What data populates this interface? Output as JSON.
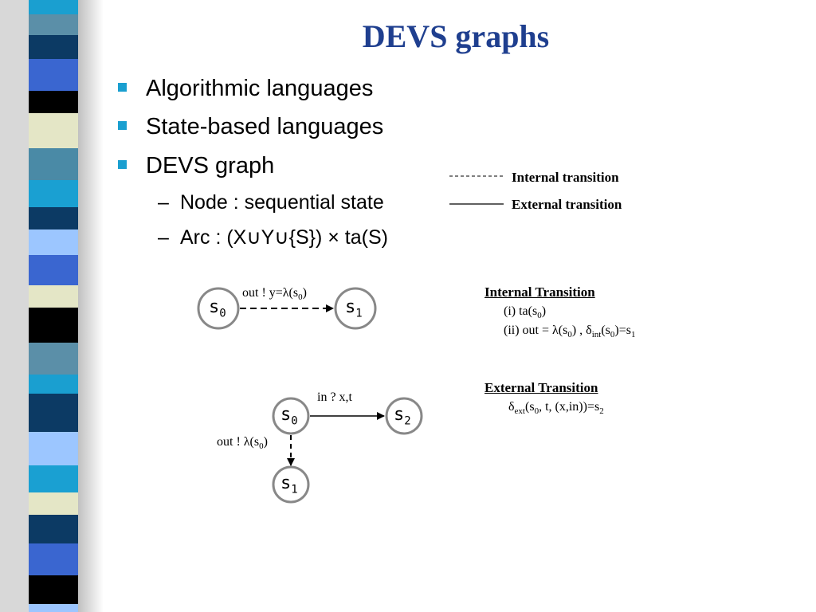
{
  "title": "DEVS graphs",
  "bullets": [
    "Algorithmic languages",
    "State-based languages",
    "DEVS graph"
  ],
  "sub_bullets": [
    "Node : sequential state",
    "Arc : (X∪Y∪{S}) × ta(S)"
  ],
  "legend": {
    "internal": "Internal transition",
    "external": "External transition"
  },
  "diagram1": {
    "label_prefix": "out ! y=λ(s",
    "label_sub": "0",
    "label_suffix": ")",
    "node_a": "s",
    "node_a_sub": "0",
    "node_b": "s",
    "node_b_sub": "1"
  },
  "diagram2": {
    "ext_label": "in ? x,t",
    "out_prefix": "out ! λ(s",
    "out_sub": "0",
    "out_suffix": ")",
    "node_a": "s",
    "node_a_sub": "0",
    "node_b": "s",
    "node_b_sub": "2",
    "node_c": "s",
    "node_c_sub": "1"
  },
  "internal_section": {
    "heading": "Internal Transition",
    "line1_prefix": "(i) ta(s",
    "line1_sub": "0",
    "line1_suffix": ")",
    "line2_a": "(ii) out =  λ(s",
    "line2_a_sub": "0",
    "line2_b": ") , δ",
    "line2_b_sub": "int",
    "line2_c": "(s",
    "line2_c_sub": "0",
    "line2_d": ")=s",
    "line2_d_sub": "1"
  },
  "external_section": {
    "heading": "External Transition",
    "line1_a": "δ",
    "line1_a_sub": "ext",
    "line1_b": "(s",
    "line1_b_sub": "0",
    "line1_c": ", t, (x,in))=s",
    "line1_c_sub": "2"
  },
  "colors": {
    "title": "#1f3f8f",
    "bullet": "#1a9fd0"
  }
}
